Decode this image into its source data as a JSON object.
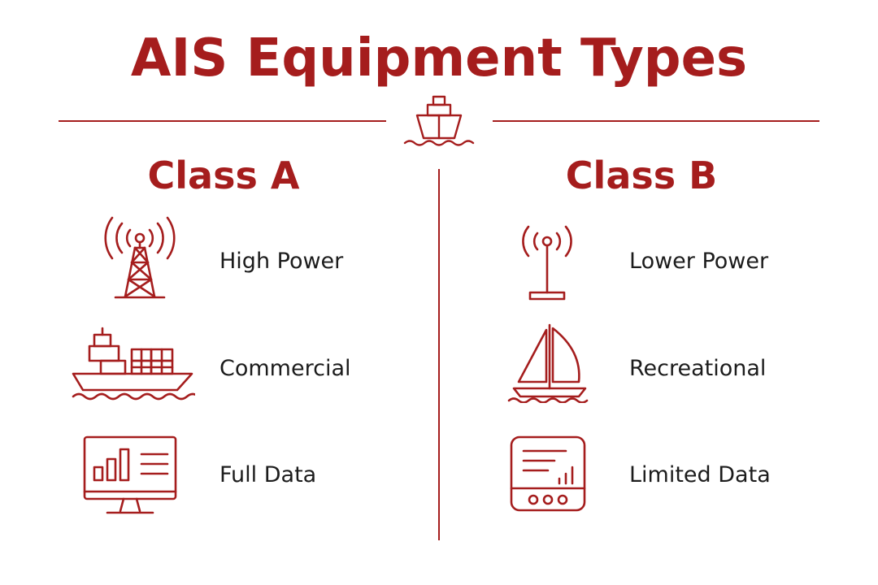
{
  "title": "AIS Equipment Types",
  "accent_color": "#a51d1d",
  "text_color": "#1c1c1c",
  "emblem": {
    "icon": "ship-icon"
  },
  "class_a": {
    "heading": "Class A",
    "items": [
      {
        "label": "High Power",
        "icon": "broadcast-tower-icon"
      },
      {
        "label": "Commercial",
        "icon": "cargo-ship-icon"
      },
      {
        "label": "Full Data",
        "icon": "monitor-chart-icon"
      }
    ]
  },
  "class_b": {
    "heading": "Class B",
    "items": [
      {
        "label": "Lower Power",
        "icon": "antenna-icon"
      },
      {
        "label": "Recreational",
        "icon": "sailboat-icon"
      },
      {
        "label": "Limited Data",
        "icon": "display-device-icon"
      }
    ]
  }
}
